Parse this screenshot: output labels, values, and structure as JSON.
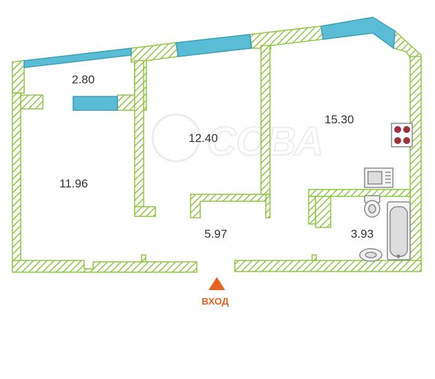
{
  "rooms": [
    {
      "id": "balcony",
      "area": "2.80"
    },
    {
      "id": "room-left",
      "area": "11.96"
    },
    {
      "id": "room-middle",
      "area": "12.40"
    },
    {
      "id": "kitchen",
      "area": "15.30"
    },
    {
      "id": "hall",
      "area": "5.97"
    },
    {
      "id": "bathroom",
      "area": "3.93"
    }
  ],
  "entrance": {
    "label": "ВХОД"
  },
  "watermark": {
    "text": "СОВА"
  },
  "colors": {
    "wall": "#8dc63f",
    "window": "#5bbcd6",
    "window_border": "#3a9fba",
    "entrance_arrow": "#e8621f",
    "fixtures": "#888888",
    "stove": "#a0303a"
  }
}
